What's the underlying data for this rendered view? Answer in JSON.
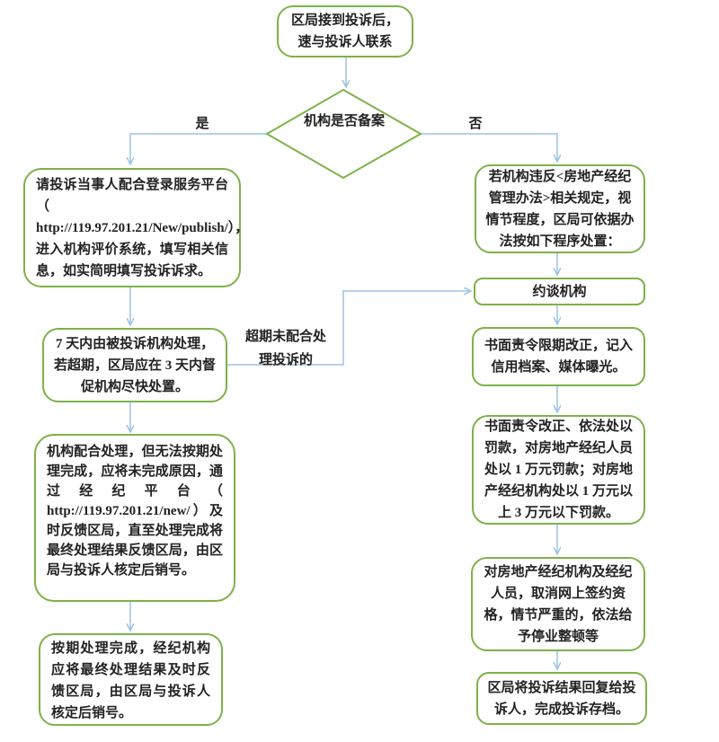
{
  "colors": {
    "green": "#7db249",
    "blue": "#9cc3e6",
    "text": "#222222"
  },
  "nodes": {
    "start": "区局接到投诉后，速与投诉人联系",
    "decision": "机构是否备案",
    "login_platform": "请投诉当事人配合登录服务平台（ http://119.97.201.21/New/publish/），进入机构评价系统，填写相关信息，如实简明填写投诉诉求。",
    "seven_days": "7 天内由被投诉机构处理，若超期，区局应在 3 天内督促机构尽快处置。",
    "cooperate_delay": "机构配合处理，但无法按期处理完成，应将未完成原因，通过经纪平台（ http://119.97.201.21/new/）及时反馈区局，直至处理完成将最终处理结果反馈区局，由区局与投诉人核定后销号。",
    "on_time_done": "按期处理完成，经纪机构应将最终处理结果及时反馈区局，由区局与投诉人核定后销号。",
    "violation": "若机构违反<房地产经纪管理办法>相关规定，视情节程度，区局可依据办法按如下程序处置：",
    "interview": "约谈机构",
    "written_order": "书面责令限期改正，记入信用档案、媒体曝光。",
    "fine": "书面责令改正、依法处以罚款，对房地产经纪人员处以 1 万元罚款；对房地产经纪机构处以 1 万元以上 3 万元以下罚款。",
    "cancel_qualification": "对房地产经纪机构及经纪人员，取消网上签约资格，情节严重的，依法给予停业整顿等",
    "archive": "区局将投诉结果回复给投诉人，完成投诉存档。"
  },
  "edge_labels": {
    "yes": "是",
    "no": "否",
    "overdue": "超期未配合处理投诉的"
  }
}
